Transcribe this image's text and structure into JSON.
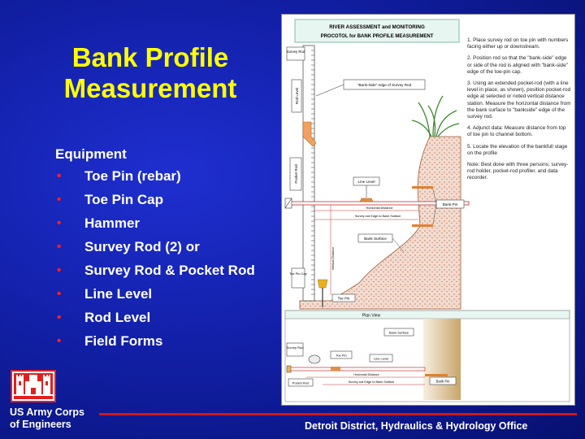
{
  "slide": {
    "title_line1": "Bank Profile",
    "title_line2": "Measurement",
    "equipment_heading": "Equipment",
    "equipment_items": [
      "Toe Pin (rebar)",
      "Toe Pin Cap",
      "Hammer",
      "Survey Rod (2) or",
      "Survey Rod & Pocket Rod",
      "Line Level",
      "Rod Level",
      "Field Forms"
    ],
    "organization_line1": "US Army Corps",
    "organization_line2": "of Engineers",
    "office": "Detroit District, Hydraulics & Hydrology Office"
  },
  "colors": {
    "title": "#ffff00",
    "bullet": "#ff2020",
    "accent_line": "#d01818",
    "logo": "#e02020"
  },
  "diagram": {
    "header_line1": "RIVER ASSESSMENT and MONITORING",
    "header_line2": "PROCOTOL for  BANK  PROFILE  MEASUREMENT",
    "labels": {
      "survey_rod": "Survey Rod",
      "rod_level": "Rod Level",
      "bank_side_edge": "\"Bank-Side\" edge of Survey Rod",
      "pocket_rod": "Pocket Rod",
      "line_level": "Line Level",
      "horizontal_distance": "Horizontal Distance",
      "survey_rod_edge_to_bank": "Survey-rod Edge to Bank Surface",
      "bank_pin": "Bank Pin",
      "bank_surface": "Bank Surface",
      "vertical_distance": "Vertical Distance",
      "toe_pin_cap": "Toe Pin Cap",
      "toe_pin": "Toe Pin",
      "plan_view": "Plan View",
      "plan_bank_surface": "Bank Surface",
      "plan_survey_rod": "Survey Rod",
      "plan_toe_pin": "Toe Pin",
      "plan_line_level": "Line Level",
      "plan_horizontal_distance": "Horizontal Distance",
      "plan_pocket_rod": "Pocket Rod",
      "plan_survey_rod_edge": "Survey-rod Edge to Bank Surface",
      "plan_bank_pin": "Bank Pin"
    },
    "notes": [
      "1.  Place survey rod on toe pin with numbers facing either up or downstream.",
      "2.  Position rod so that the \"bank-side\" edge or side of the rod is aligned with \"bank-side\" edge of the toe-pin cap.",
      "3.  Using an extended pocket-rod (with a line level in place, as shown), position pocket-rod edge at selected or noted vertical distance station. Measure the horizontal distance from the bank surface to \"bankside\" edge of the survey rod.",
      "4.  Adjunct data:  Measure distance from top of toe pin to channel bottom.",
      "5.  Locate the elevation of the bankfull stage on the profile",
      "Note:  Best done with three persons; survey-rod holder, pocket-rod profiler, and data recorder."
    ]
  }
}
